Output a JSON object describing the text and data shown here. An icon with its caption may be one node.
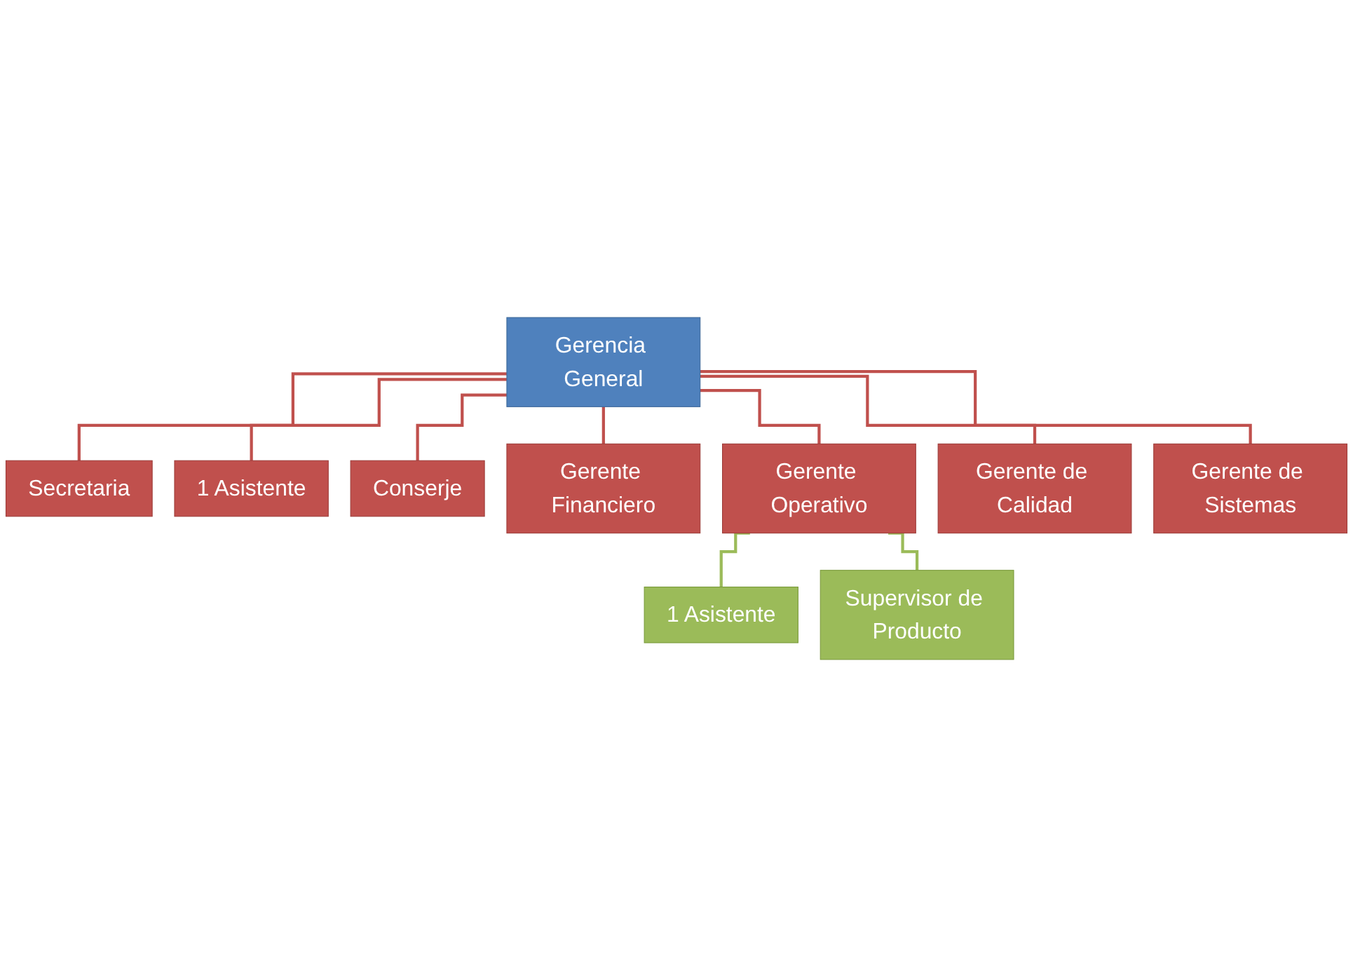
{
  "diagram": {
    "nodes": [
      {
        "text": [
          "Gerencia General"
        ]
      },
      {
        "text": [
          "Secretaria"
        ]
      },
      {
        "text": [
          "1 Asistente"
        ]
      },
      {
        "text": [
          "Conserje"
        ]
      },
      {
        "text": [
          "Gerente Financiero"
        ]
      },
      {
        "text": [
          "Gerente Operativo"
        ]
      },
      {
        "text": [
          "Gerente de Calidad"
        ]
      },
      {
        "text": [
          "Gerente de Sistemas"
        ]
      },
      {
        "text": [
          "1 Asistente"
        ]
      },
      {
        "text": [
          "Supervisor de Producto"
        ]
      }
    ],
    "edges": [
      {
        "from": 0,
        "to": 1,
        "arrow": "none"
      },
      {
        "from": 0,
        "to": 2,
        "arrow": "none"
      },
      {
        "from": 0,
        "to": 3,
        "arrow": "none"
      },
      {
        "from": 0,
        "to": 4,
        "arrow": "none"
      },
      {
        "from": 0,
        "to": 5,
        "arrow": "none"
      },
      {
        "from": 0,
        "to": 6,
        "arrow": "none"
      },
      {
        "from": 0,
        "to": 7,
        "arrow": "none"
      },
      {
        "from": 5,
        "to": 8,
        "arrow": "none",
        "color": "#9bbb59"
      },
      {
        "from": 5,
        "to": 9,
        "arrow": "none",
        "color": "#9bbb59"
      }
    ]
  }
}
